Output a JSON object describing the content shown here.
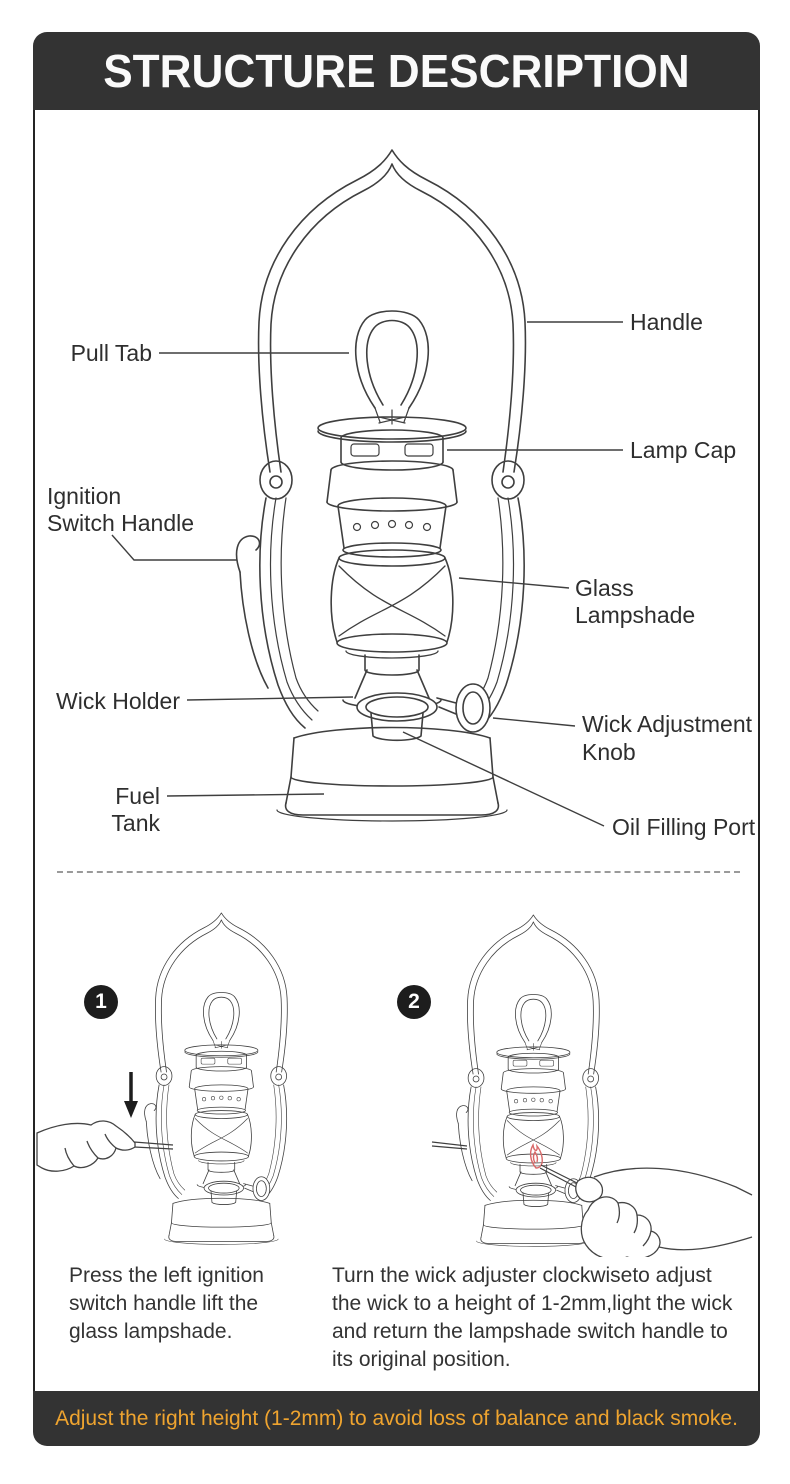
{
  "header": {
    "title": "STRUCTURE DESCRIPTION"
  },
  "diagram": {
    "labels": {
      "handle": "Handle",
      "pull_tab": "Pull Tab",
      "lamp_cap": "Lamp Cap",
      "ignition_switch_handle": "Ignition\nSwitch Handle",
      "glass_lampshade": "Glass Lampshade",
      "wick_holder": "Wick Holder",
      "wick_adjustment_knob": "Wick Adjustment\nKnob",
      "fuel_tank": "Fuel Tank",
      "oil_filling_port": "Oil Filling Port"
    }
  },
  "steps": [
    {
      "number": "1",
      "text": "Press the left ignition\nswitch handle lift the\nglass lampshade."
    },
    {
      "number": "2",
      "text": "Turn the wick adjuster clockwiseto adjust\nthe wick to a height of 1-2mm,light the wick\nand return the lampshade switch handle to\nits original position."
    }
  ],
  "footer": {
    "note": "Adjust the right height (1-2mm) to avoid loss of balance and black smoke."
  },
  "colors": {
    "header_bg": "#333333",
    "footer_bg": "#333333",
    "accent_text": "#EFA42F",
    "line_art": "#3f3f3f",
    "flame": "#D96A6A",
    "badge_bg": "#1d1d1d",
    "text": "#2e2e2e"
  }
}
